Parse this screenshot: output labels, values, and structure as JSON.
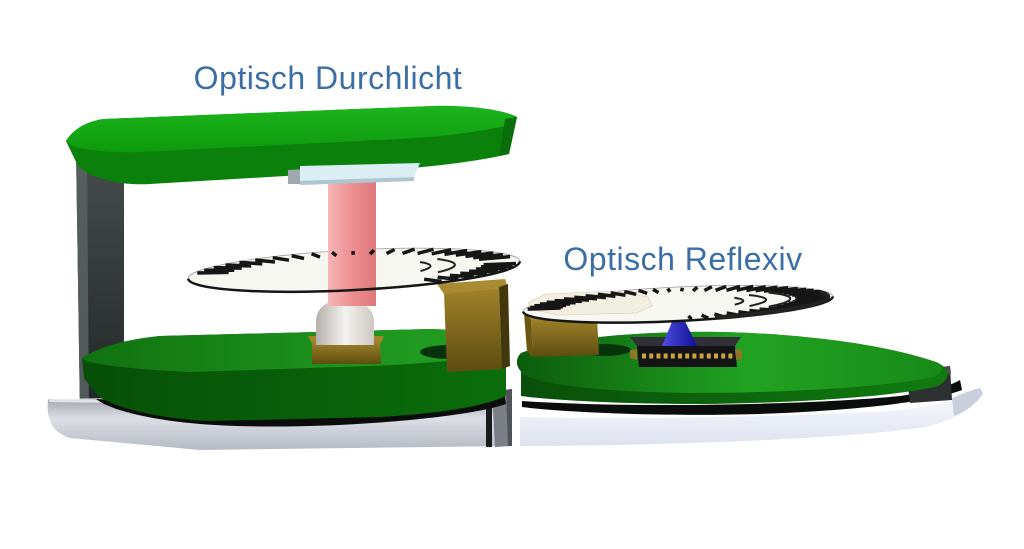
{
  "figure": {
    "kind": "3d-render-illustration",
    "labels": {
      "durchlicht": "Optisch Durchlicht",
      "reflexiv": "Optisch Reflexiv"
    },
    "colors": {
      "background": "#ffffff",
      "label": "#3a6ea5",
      "pcb_green_bright": "#12a112",
      "pcb_green_dark": "#0b6b0b",
      "emitter_pink": "#ef9597",
      "sensor_plate_cyan": "#dbeef4",
      "dome_white": "#e9e7e4",
      "gold_mount": "#96792a",
      "disc_white": "#f7f7f2",
      "disc_panel_cream": "#f2efe0",
      "disc_marks": "#161616",
      "beam_blue": "#1b1bb4",
      "chip_black": "#141418",
      "pillar_gray": "#343a3a",
      "base_silver_left": "#c6c9d2",
      "base_silver_right": "#f4f6fc",
      "shadow": "#0b0c0c",
      "hole_dark": "#07330c"
    },
    "scene_parts": {
      "left_assembly": [
        "top-bridge-pcb",
        "support-pillar",
        "receiver-sensor-plate",
        "light-column",
        "code-disc",
        "led-dome",
        "led-socket",
        "disc-mount-block",
        "base-pcb",
        "metal-base"
      ],
      "right_assembly": [
        "code-disc",
        "reflective-panel",
        "light-beam-cone",
        "sensor-chip",
        "disc-mount-block",
        "base-pcb",
        "support-block",
        "metal-base"
      ]
    }
  }
}
